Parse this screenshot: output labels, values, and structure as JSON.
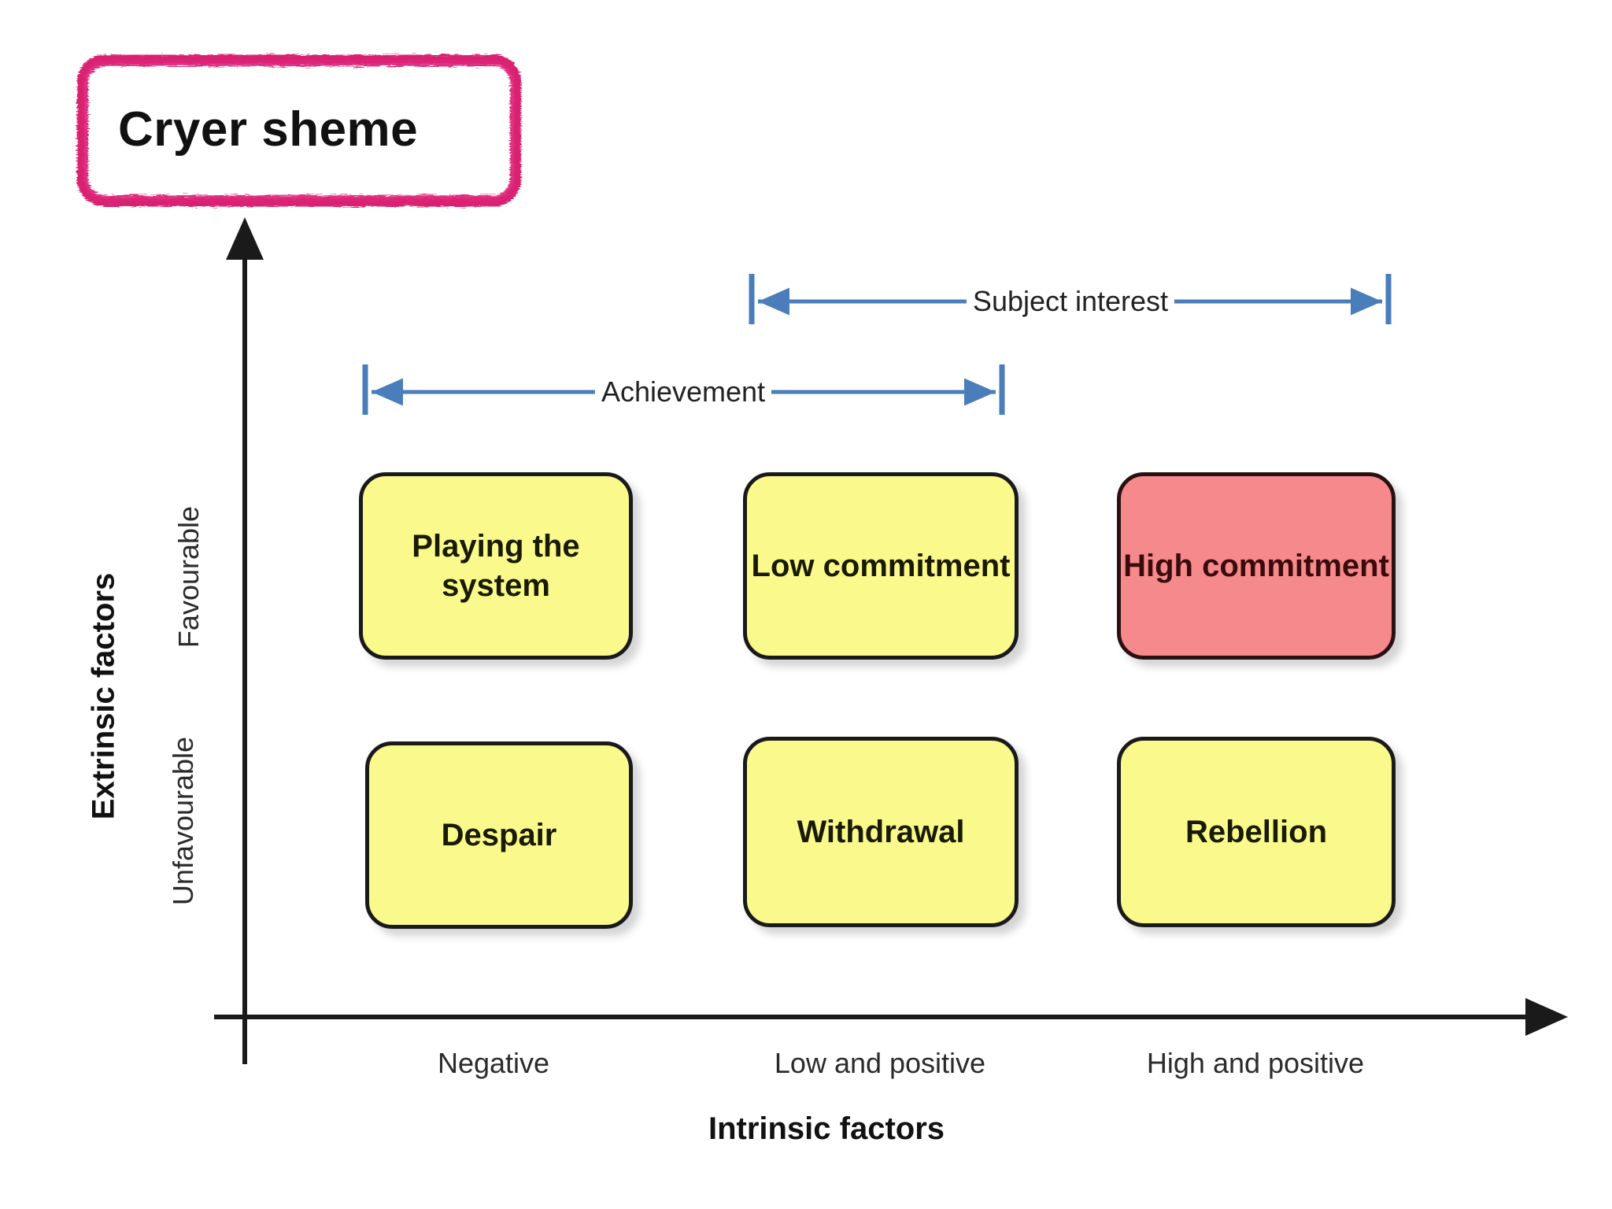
{
  "title": {
    "text": "Cryer sheme"
  },
  "colors": {
    "title_border": "#DD2277",
    "axis": "#1a1a1a",
    "range_arrow": "#4A7EBB",
    "cell_yellow": "#FAFA8C",
    "cell_red": "#F5898C",
    "cell_border": "#1a1a1a",
    "background": "#FFFFFF"
  },
  "chart_data": {
    "type": "table",
    "title": "Cryer sheme",
    "xlabel": "Intrinsic factors",
    "ylabel": "Extrinsic factors",
    "x_categories": [
      "Negative",
      "Low and positive",
      "High and positive"
    ],
    "y_categories": [
      "Favourable",
      "Unfavourable"
    ],
    "grid": false,
    "legend": "none",
    "cells": [
      {
        "row": "Favourable",
        "col": "Negative",
        "label": "Playing the system",
        "color": "#FAFA8C",
        "highlight": false
      },
      {
        "row": "Favourable",
        "col": "Low and positive",
        "label": "Low commitment",
        "color": "#FAFA8C",
        "highlight": false
      },
      {
        "row": "Favourable",
        "col": "High and positive",
        "label": "High commitment",
        "color": "#F5898C",
        "highlight": true
      },
      {
        "row": "Unfavourable",
        "col": "Negative",
        "label": "Despair",
        "color": "#FAFA8C",
        "highlight": false
      },
      {
        "row": "Unfavourable",
        "col": "Low and positive",
        "label": "Withdrawal",
        "color": "#FAFA8C",
        "highlight": false
      },
      {
        "row": "Unfavourable",
        "col": "High and positive",
        "label": "Rebellion",
        "color": "#FAFA8C",
        "highlight": false
      }
    ],
    "annotations": [
      {
        "label": "Subject interest",
        "spans": [
          "Low and positive",
          "High and positive"
        ],
        "style": "double-headed-arrow",
        "color": "#4A7EBB"
      },
      {
        "label": "Achievement",
        "spans": [
          "Negative",
          "Low and positive"
        ],
        "style": "double-headed-arrow",
        "color": "#4A7EBB"
      }
    ]
  },
  "axes": {
    "y_title": "Extrinsic factors",
    "y_ticks": [
      "Favourable",
      "Unfavourable"
    ],
    "x_title": "Intrinsic factors",
    "x_ticks": [
      "Negative",
      "Low and positive",
      "High and positive"
    ]
  },
  "ranges": {
    "subject_interest": "Subject interest",
    "achievement": "Achievement"
  },
  "cells": {
    "playing_the_system": "Playing the system",
    "low_commitment": "Low commitment",
    "high_commitment": "High commitment",
    "despair": "Despair",
    "withdrawal": "Withdrawal",
    "rebellion": "Rebellion"
  }
}
